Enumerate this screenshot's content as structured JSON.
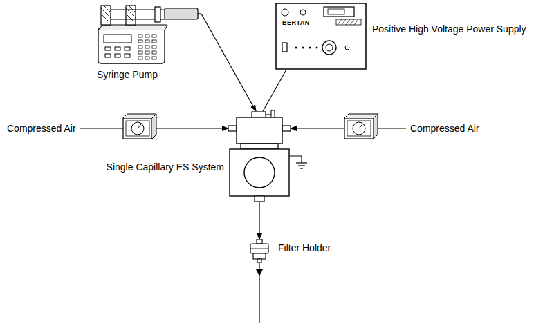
{
  "diagram": {
    "nodes": [
      {
        "text": [
          "Syringe Pump"
        ]
      },
      {
        "text": [
          "Positive High Voltage Power Supply"
        ]
      },
      {
        "text": [
          "Compressed Air"
        ]
      },
      {
        "text": [
          "Compressed Air"
        ]
      },
      {
        "text": [
          "Single Capillary ES System"
        ]
      },
      {
        "text": [
          "Filter Holder"
        ]
      }
    ],
    "edges": [
      {
        "from": 0,
        "to": 4,
        "arrow": "to"
      },
      {
        "from": 1,
        "to": 4,
        "arrow": "none"
      },
      {
        "from": 2,
        "to": 4,
        "arrow": "to"
      },
      {
        "from": 3,
        "to": 4,
        "arrow": "to"
      },
      {
        "from": 4,
        "to": 5,
        "arrow": "to"
      }
    ],
    "labels": [
      "BERTAN"
    ]
  }
}
